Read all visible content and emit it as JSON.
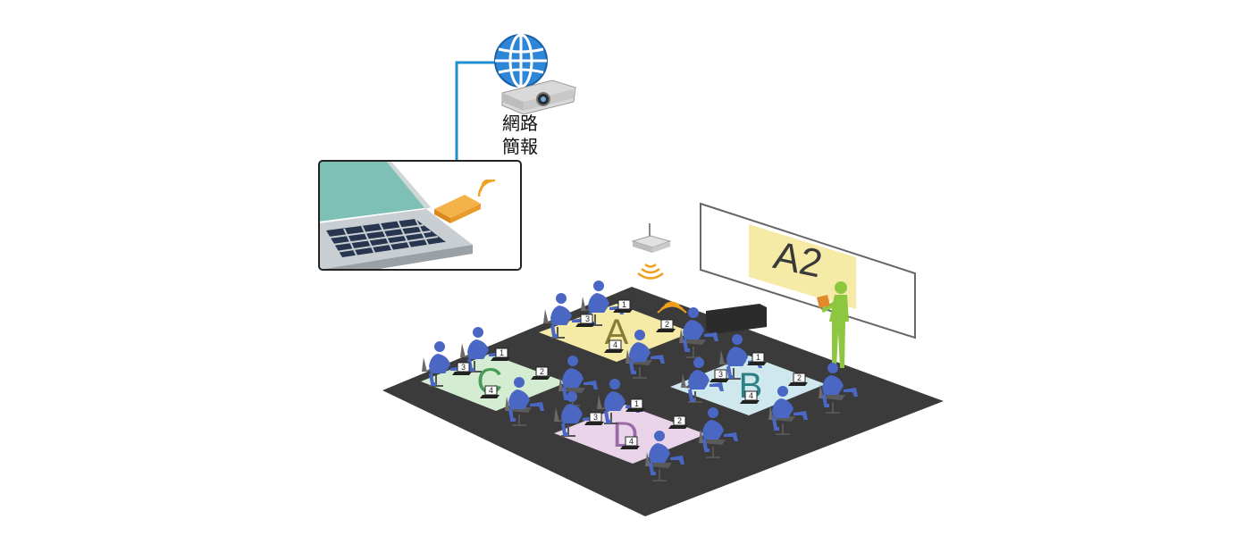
{
  "network_presentation": {
    "caption_line1": "網路",
    "caption_line2": "簡報"
  },
  "screen": {
    "label": "A2"
  },
  "zones": [
    {
      "id": "A",
      "letter": "A",
      "fill": "#f6eaa7",
      "letter_color": "#8a7a3a"
    },
    {
      "id": "B",
      "letter": "B",
      "fill": "#cfe8ee",
      "letter_color": "#2f7f86"
    },
    {
      "id": "C",
      "letter": "C",
      "fill": "#d3ecd2",
      "letter_color": "#4a9a58"
    },
    {
      "id": "D",
      "letter": "D",
      "fill": "#ead4ea",
      "letter_color": "#9a6aa6"
    }
  ],
  "seat_numbers": [
    "1",
    "2",
    "3",
    "4"
  ],
  "colors": {
    "floor": "#3b3b3b",
    "people": "#4a67c4",
    "presenter": "#8dc63f",
    "wifi": "#f0a020",
    "cable": "#1f8fd0",
    "dongle": "#f0a02a"
  },
  "icons": [
    "globe-icon",
    "projector-icon",
    "wifi-icon",
    "laptop-icon",
    "dongle-icon"
  ]
}
